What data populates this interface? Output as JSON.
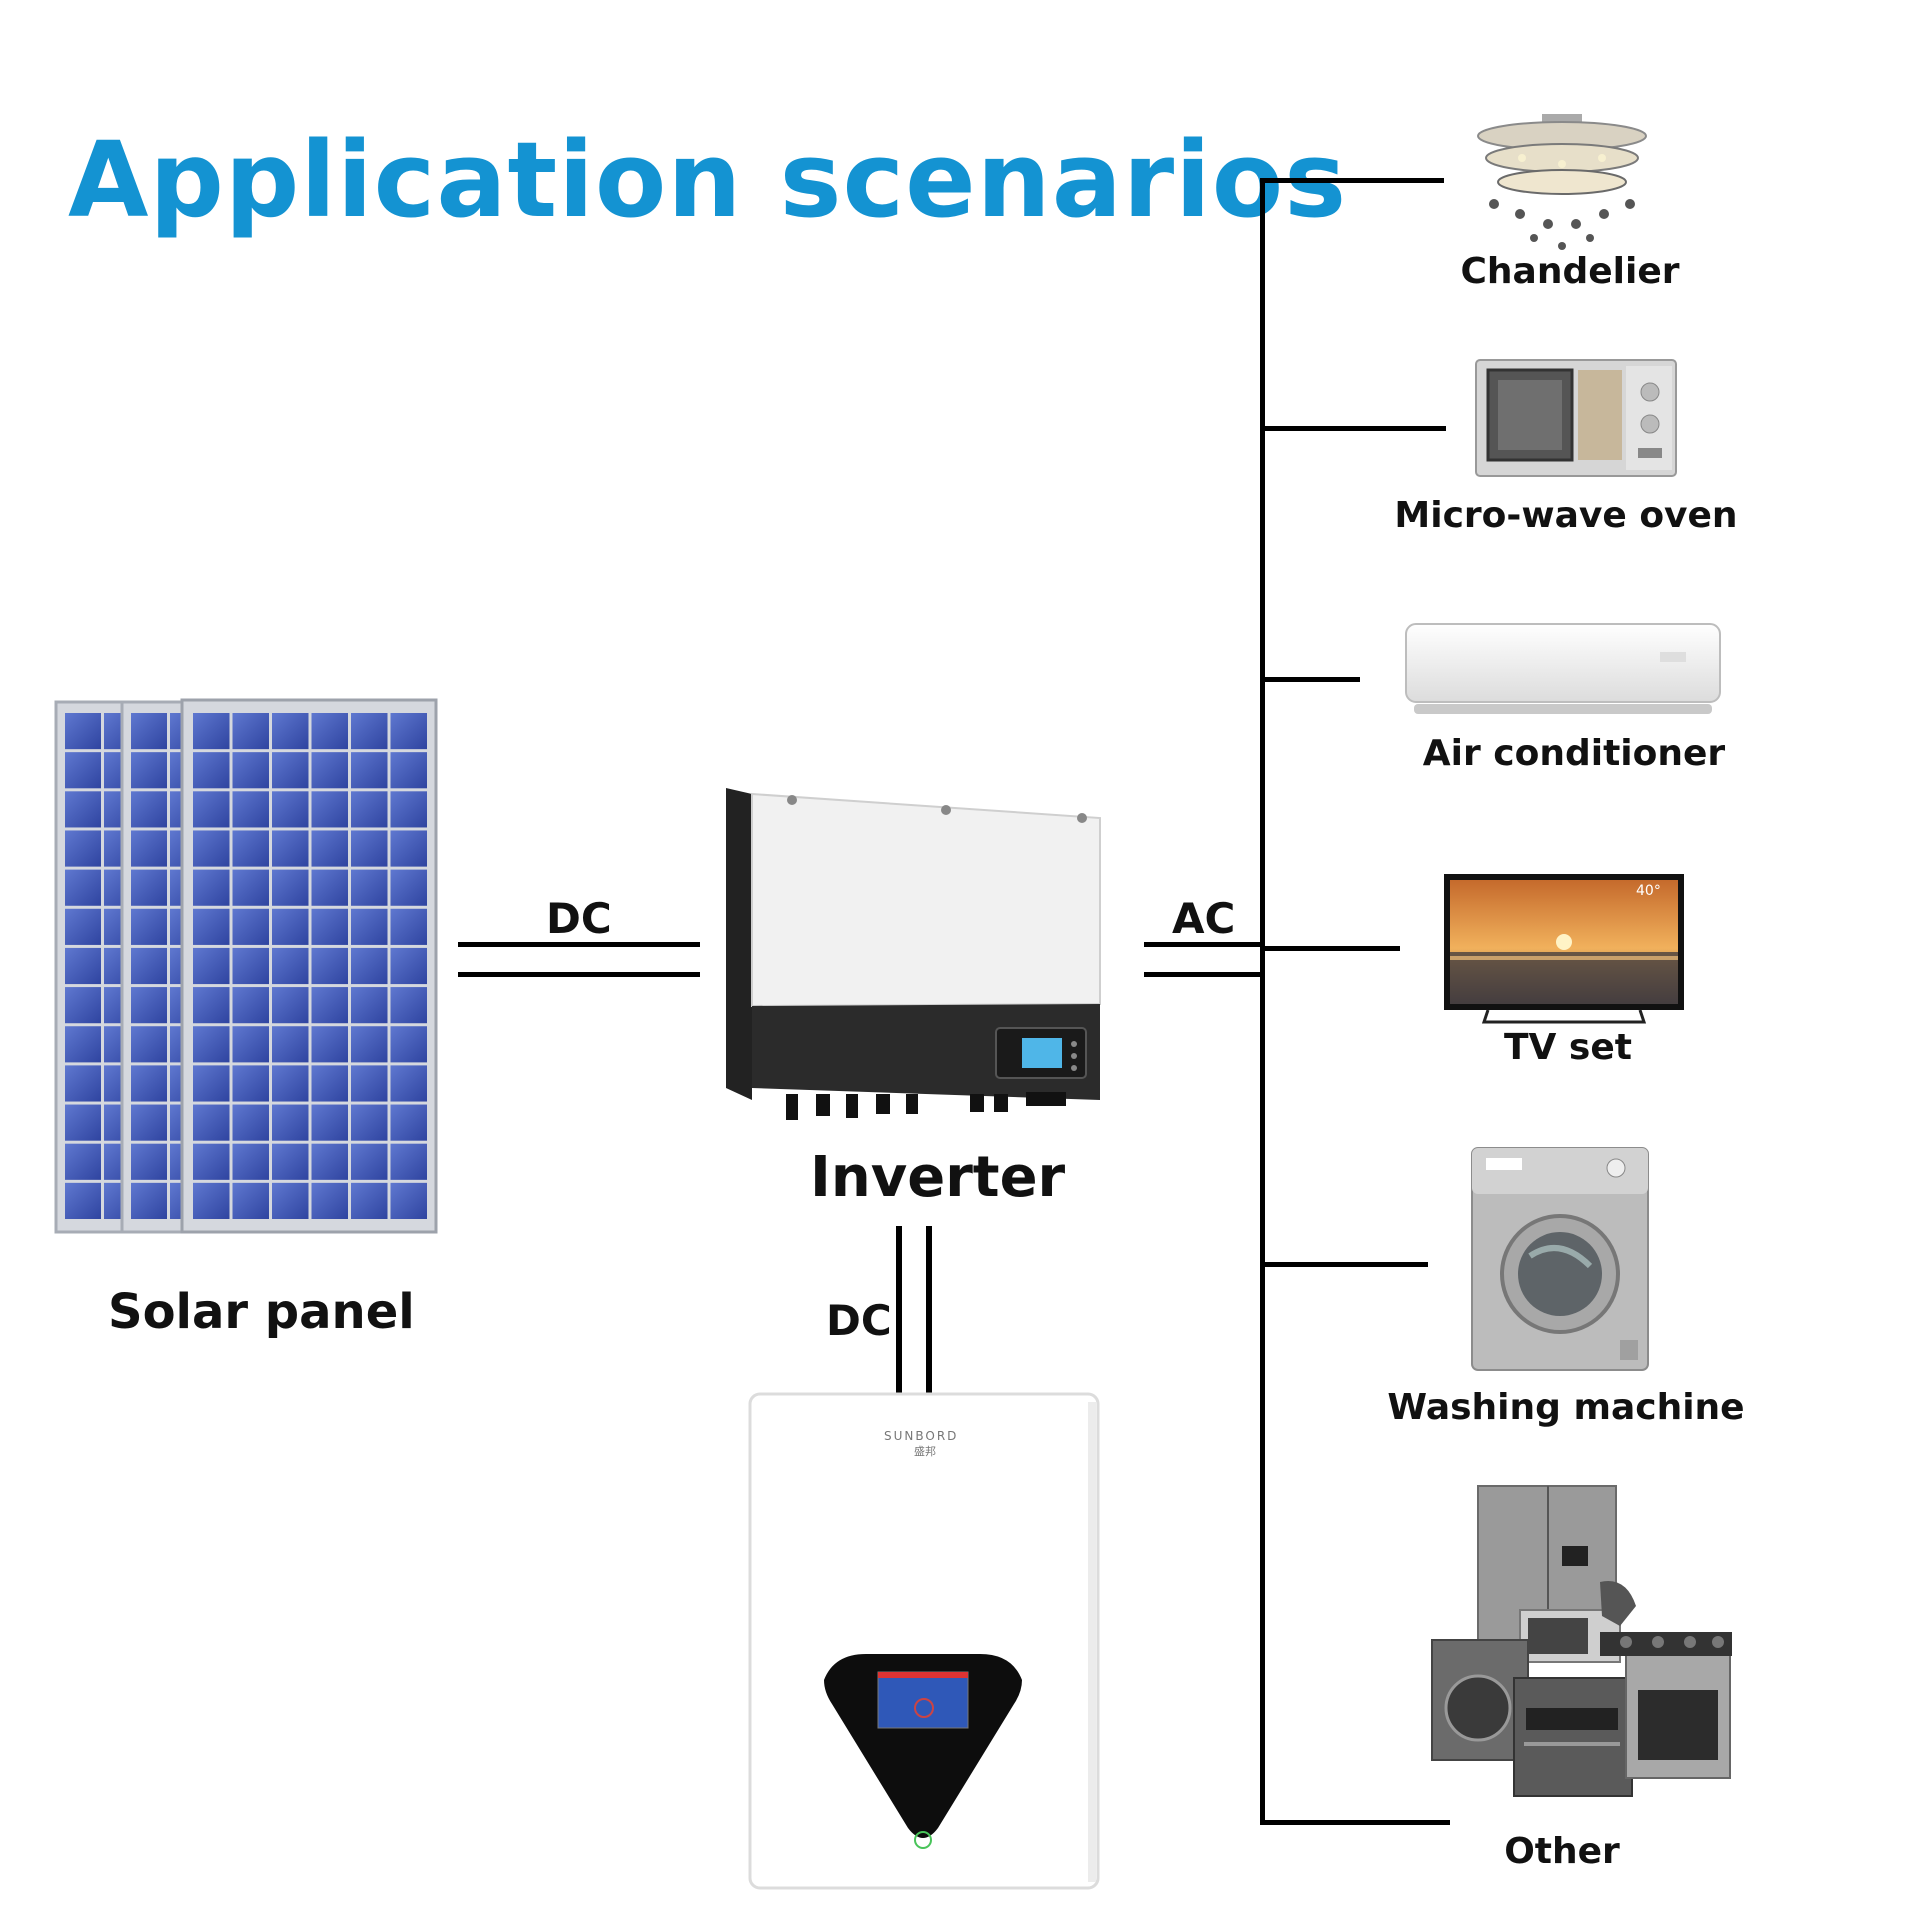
{
  "title": "Application scenarios",
  "colors": {
    "title": "#1493d2",
    "panel_cell": "#3a50b0",
    "panel_frame": "#c9ccd2",
    "wire": "#000000"
  },
  "labels": {
    "solar_panel": "Solar panel",
    "inverter": "Inverter",
    "dc_solar": "DC",
    "dc_battery": "DC",
    "ac": "AC"
  },
  "battery": {
    "brand": "SUNBORD",
    "brand_cn": "盛邦"
  },
  "tv_badge": "40°",
  "appliances": [
    {
      "label": "Chandelier",
      "icon": "chandelier-icon"
    },
    {
      "label": "Micro-wave oven",
      "icon": "microwave-icon"
    },
    {
      "label": "Air conditioner",
      "icon": "air-conditioner-icon"
    },
    {
      "label": "TV set",
      "icon": "tv-icon"
    },
    {
      "label": "Washing machine",
      "icon": "washing-machine-icon"
    },
    {
      "label": "Other",
      "icon": "appliances-group-icon"
    }
  ]
}
